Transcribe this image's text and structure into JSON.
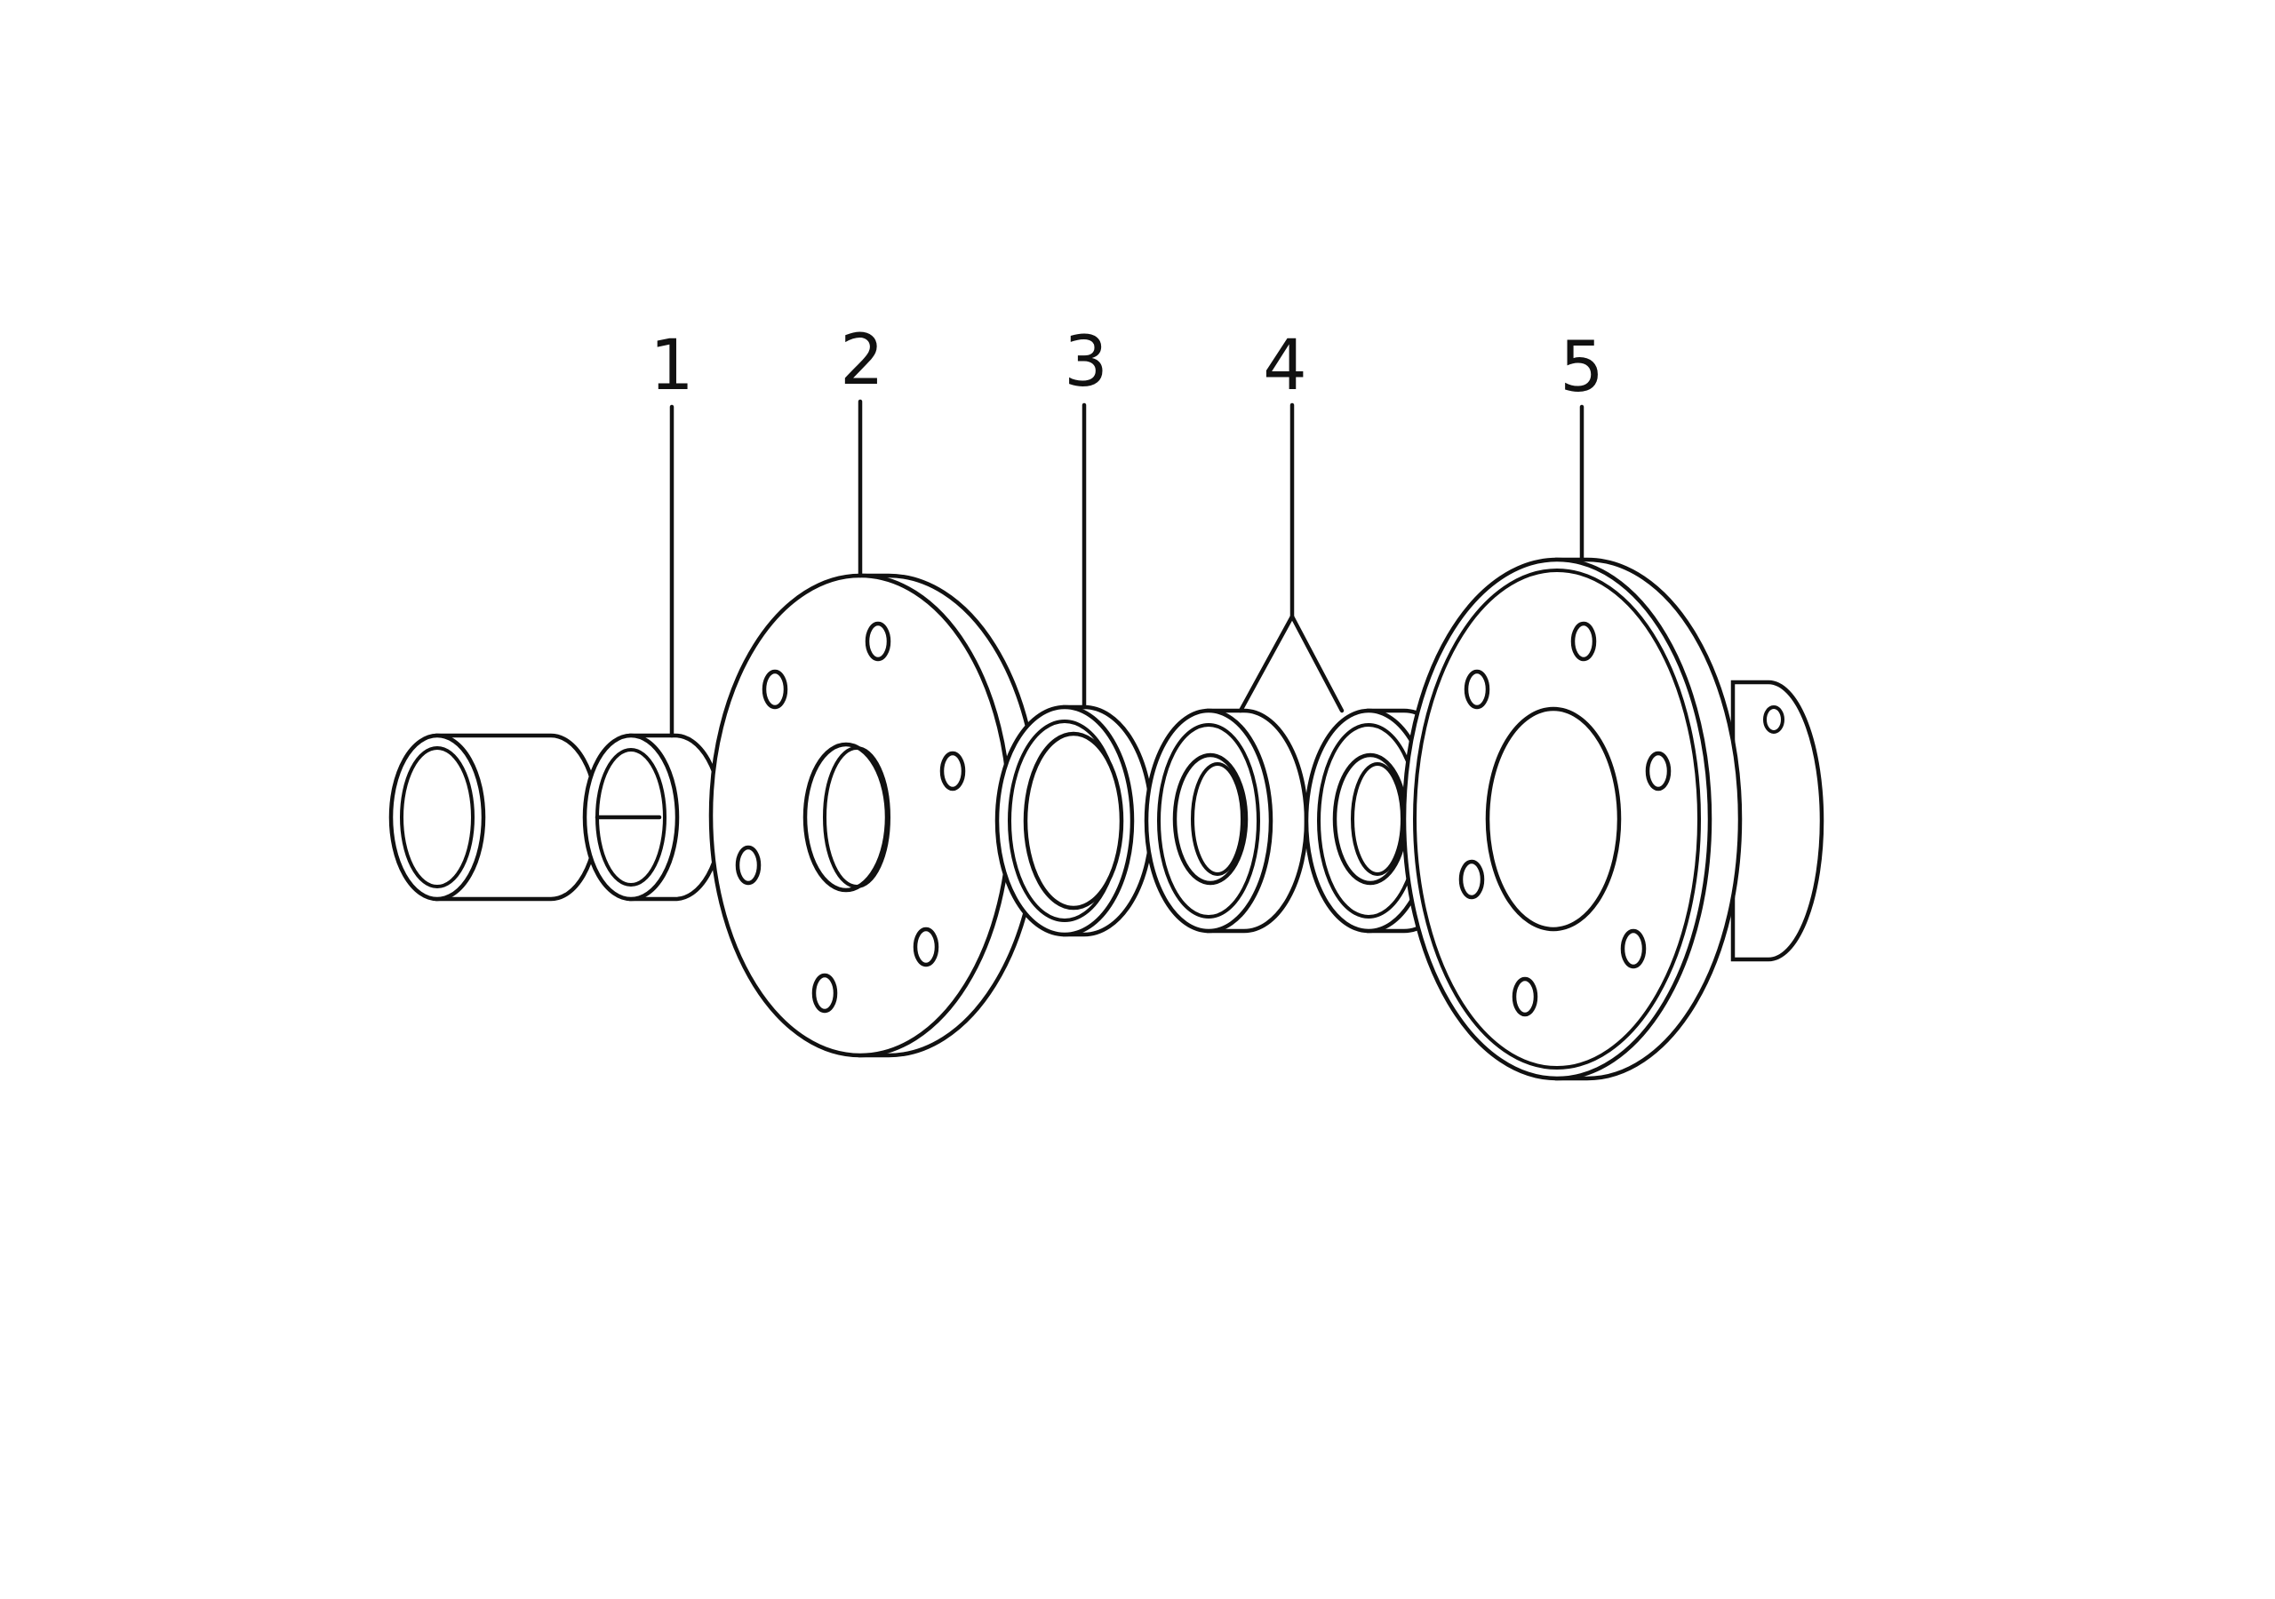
{
  "diagram": {
    "parts": [
      {
        "label": "1"
      },
      {
        "label": "2"
      },
      {
        "label": "3"
      },
      {
        "label": "4"
      },
      {
        "label": "5"
      }
    ],
    "colors": {
      "stroke": "#111111",
      "background": "#ffffff"
    }
  }
}
